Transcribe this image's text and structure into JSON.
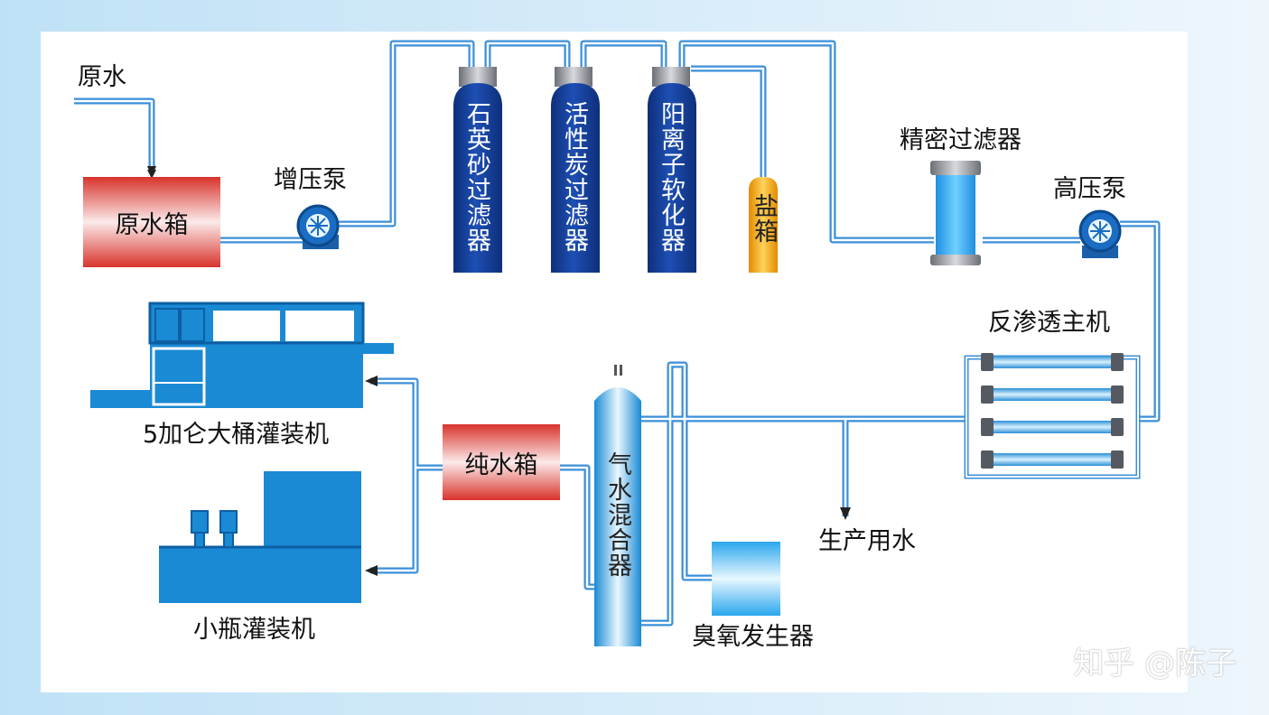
{
  "labels": {
    "raw_water": "原水",
    "raw_tank": "原水箱",
    "booster_pump": "增压泵",
    "quartz_filter": "石英砂过滤器",
    "carbon_filter": "活性炭过滤器",
    "cation_softener": "阳离子软化器",
    "salt_tank": "盐箱",
    "precision_filter": "精密过滤器",
    "high_pressure_pump": "高压泵",
    "ro_host": "反渗透主机",
    "filler_5gal": "5加仑大桶灌装机",
    "pure_tank": "纯水箱",
    "gas_water_mixer": "气水混合器",
    "small_bottle_filler": "小瓶灌装机",
    "production_water": "生产用水",
    "ozone_generator": "臭氧发生器"
  },
  "watermark": "知乎 @陈子",
  "colors": {
    "pipe": "#3a8fd8",
    "equipment_blue": "#1a8ad4",
    "filter_navy": "#123f9c",
    "tank_red": "#d8332b",
    "salt_orange": "#f2a51b"
  }
}
